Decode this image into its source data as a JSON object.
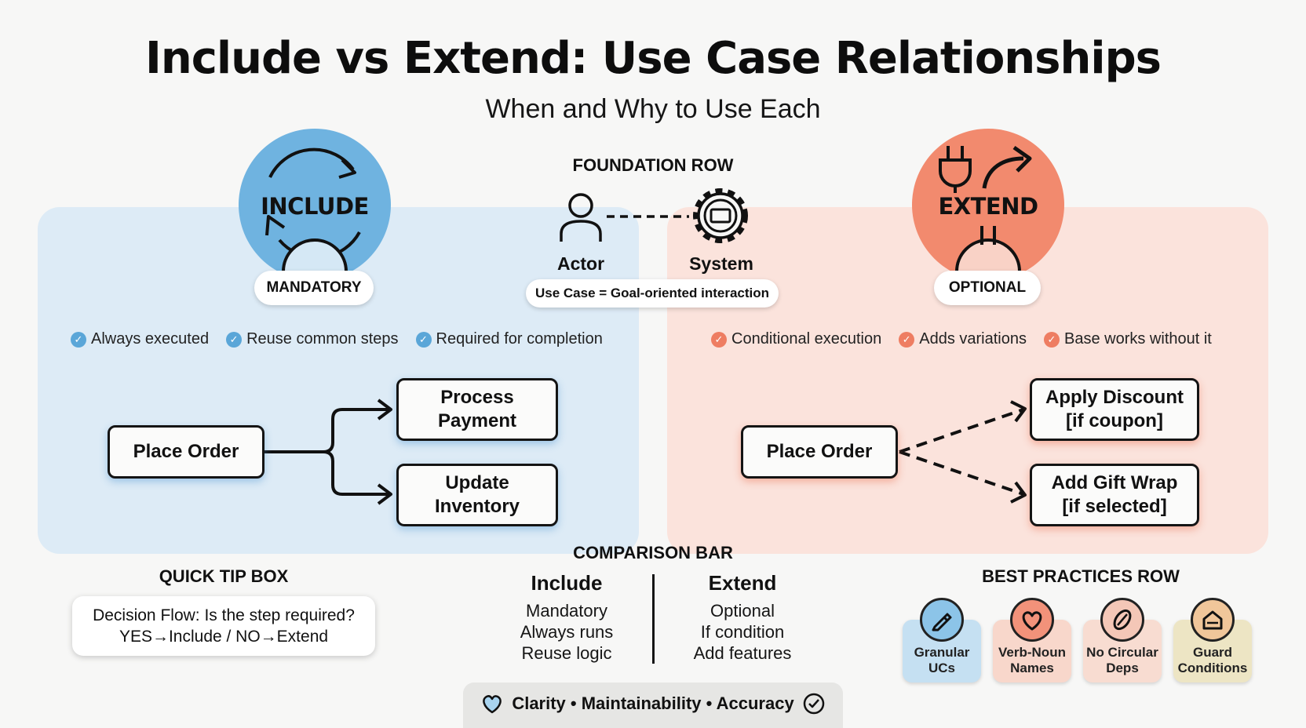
{
  "title": "Include vs Extend: Use Case Relationships",
  "subtitle": "When and Why to Use Each",
  "include": {
    "badge": "INCLUDE",
    "pill": "MANDATORY",
    "checks": [
      "Always executed",
      "Reuse common steps",
      "Required for completion"
    ],
    "base": "Place Order",
    "targets": [
      "Process Payment",
      "Update Inventory"
    ],
    "color": "#6fb3e0"
  },
  "extend": {
    "badge": "EXTEND",
    "pill": "OPTIONAL",
    "checks": [
      "Conditional execution",
      "Adds variations",
      "Base works without it"
    ],
    "base": "Place Order",
    "targets": [
      "Apply Discount [if coupon]",
      "Add Gift Wrap [if selected]"
    ],
    "color": "#f28a6e"
  },
  "foundation": {
    "heading": "FOUNDATION ROW",
    "actor": "Actor",
    "system": "System",
    "definition": "Use Case = Goal-oriented interaction"
  },
  "comparison": {
    "heading": "COMPARISON BAR",
    "include_head": "Include",
    "include_items": [
      "Mandatory",
      "Always runs",
      "Reuse logic"
    ],
    "extend_head": "Extend",
    "extend_items": [
      "Optional",
      "If condition",
      "Add features"
    ]
  },
  "tip": {
    "heading": "QUICK TIP BOX",
    "line1": "Decision Flow: Is the step required?",
    "line2": "YES→Include / NO→Extend"
  },
  "best_practices": {
    "heading": "BEST PRACTICES ROW",
    "items": [
      {
        "line1": "Granular",
        "line2": "UCs",
        "icon": "pen-icon"
      },
      {
        "line1": "Verb-Noun",
        "line2": "Names",
        "icon": "heart-icon"
      },
      {
        "line1": "No Circular",
        "line2": "Deps",
        "icon": "no-circle-icon"
      },
      {
        "line1": "Guard",
        "line2": "Conditions",
        "icon": "shield-icon"
      }
    ]
  },
  "footer": "Clarity • Maintainability • Accuracy"
}
